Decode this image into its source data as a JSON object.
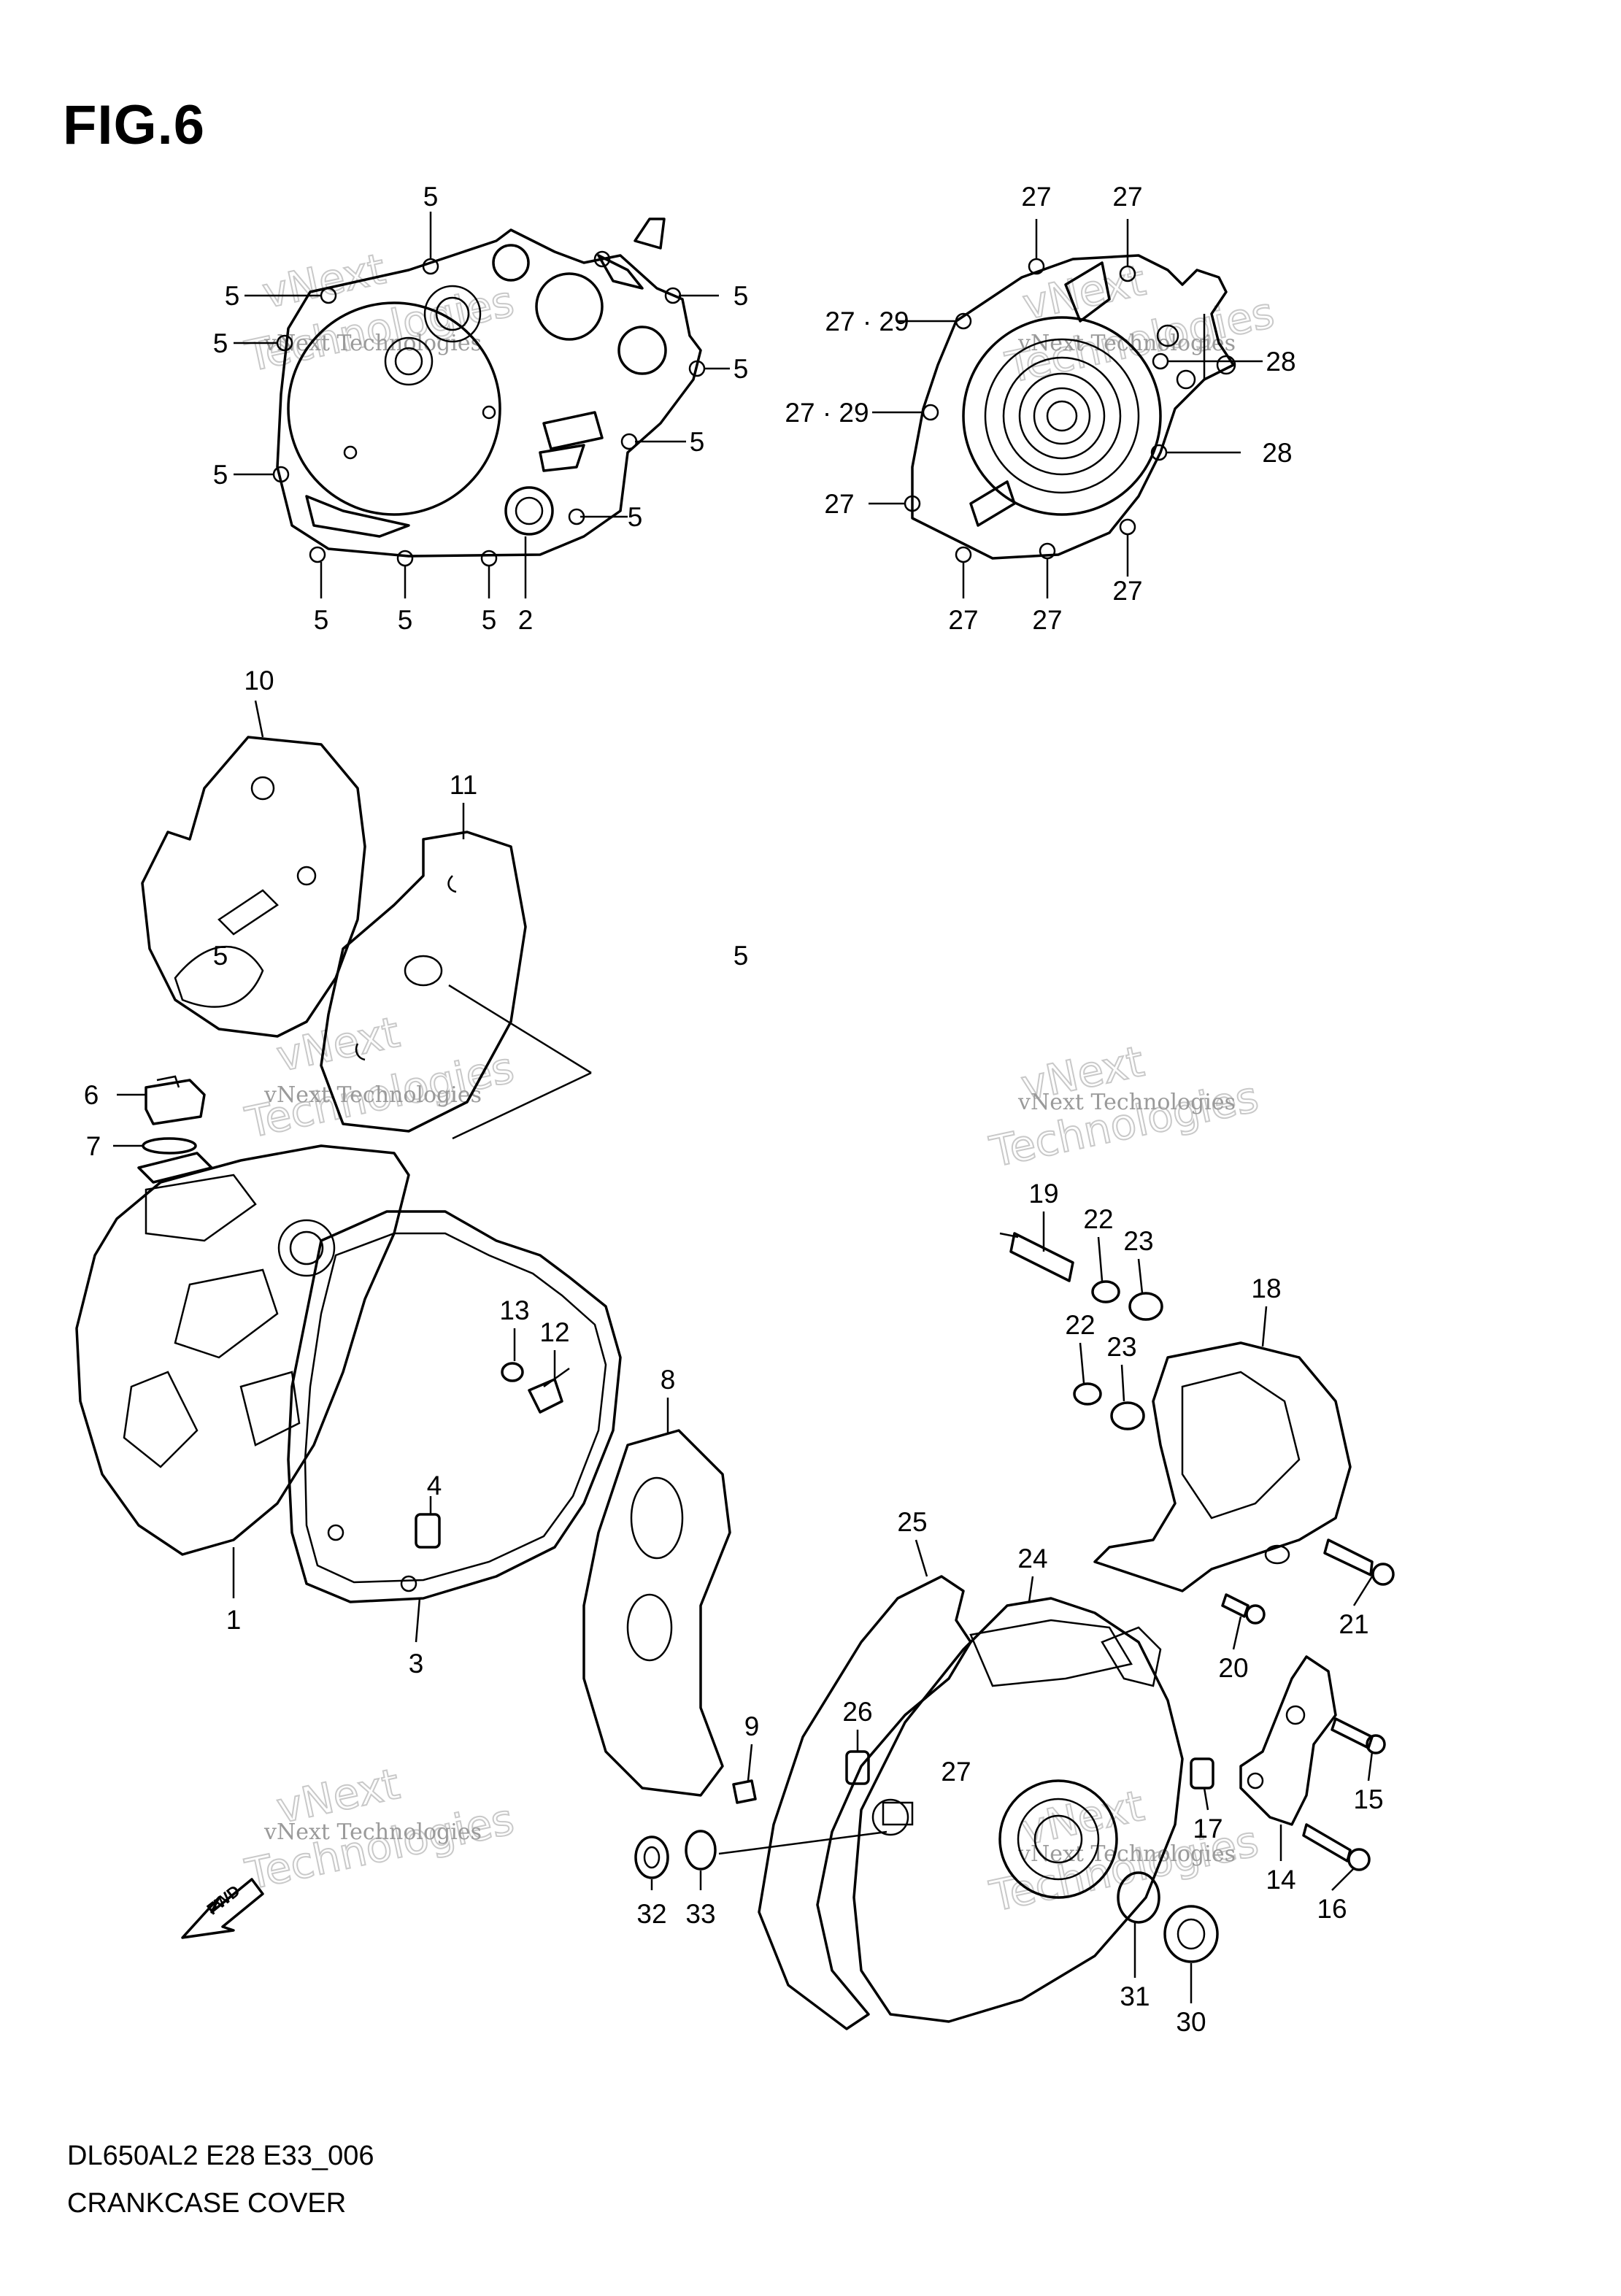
{
  "figure": {
    "title": "FIG.6"
  },
  "footer": {
    "model_code": "DL650AL2 E28 E33_006",
    "section_name": "CRANKCASE COVER"
  },
  "watermark": {
    "line1": "vNext Technologies",
    "line2": "Technologies",
    "line3": "vNext"
  },
  "fwd_label": "FWD",
  "callouts": [
    "5",
    "5",
    "5",
    "5",
    "5",
    "5",
    "5",
    "5",
    "5",
    "5",
    "5",
    "5",
    "5",
    "2",
    "27",
    "27",
    "27",
    "27",
    "27",
    "27",
    "27",
    "28",
    "28",
    "27 · 29",
    "27 · 29",
    "10",
    "11",
    "6",
    "7",
    "1",
    "3",
    "4",
    "13",
    "12",
    "8",
    "9",
    "32",
    "33",
    "19",
    "22",
    "23",
    "22",
    "23",
    "18",
    "21",
    "20",
    "25",
    "24",
    "26",
    "17",
    "15",
    "14",
    "16",
    "31",
    "30"
  ]
}
